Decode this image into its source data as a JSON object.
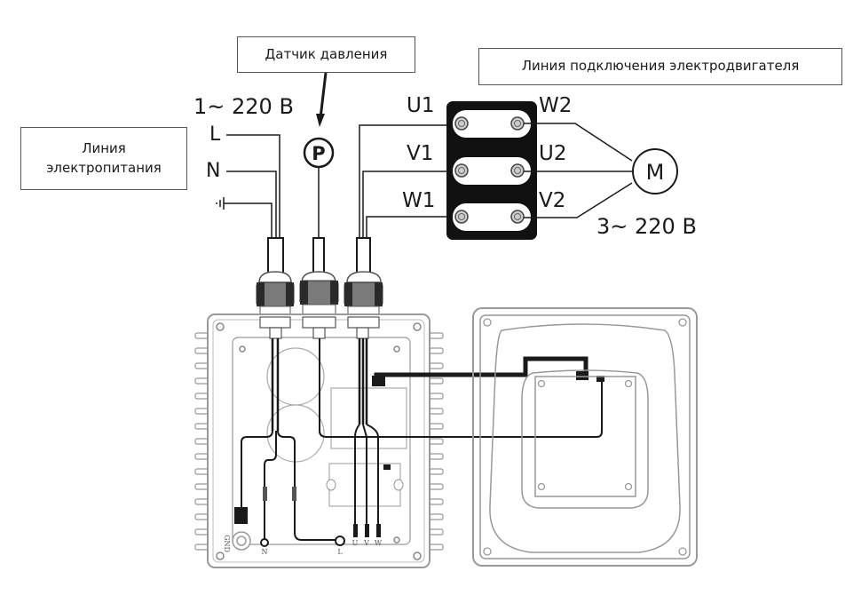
{
  "labels": {
    "pressure_sensor": "Датчик давления",
    "motor_line": "Линия подключения электродвигателя",
    "power_line_1": "Линия",
    "power_line_2": "электропитания",
    "supply_voltage": "1~ 220 В",
    "motor_voltage": "3~ 220 В"
  },
  "supply_terminals": {
    "L": "L",
    "N": "N",
    "ground_symbol": "⏚"
  },
  "sensor_symbol": "P",
  "motor_symbol": "M",
  "motor_terminals": {
    "left": [
      "U1",
      "V1",
      "W1"
    ],
    "right": [
      "W2",
      "U2",
      "V2"
    ]
  },
  "board_markings": {
    "gnd": "GND",
    "n": "N",
    "l": "L",
    "outputs": [
      "U",
      "V",
      "W"
    ]
  },
  "colors": {
    "line": "#1a1a1a",
    "box_border": "#555555",
    "device_outline": "#9a9a9a",
    "gland_dark": "#3a3a3a",
    "gland_mid": "#7a7a7a"
  }
}
